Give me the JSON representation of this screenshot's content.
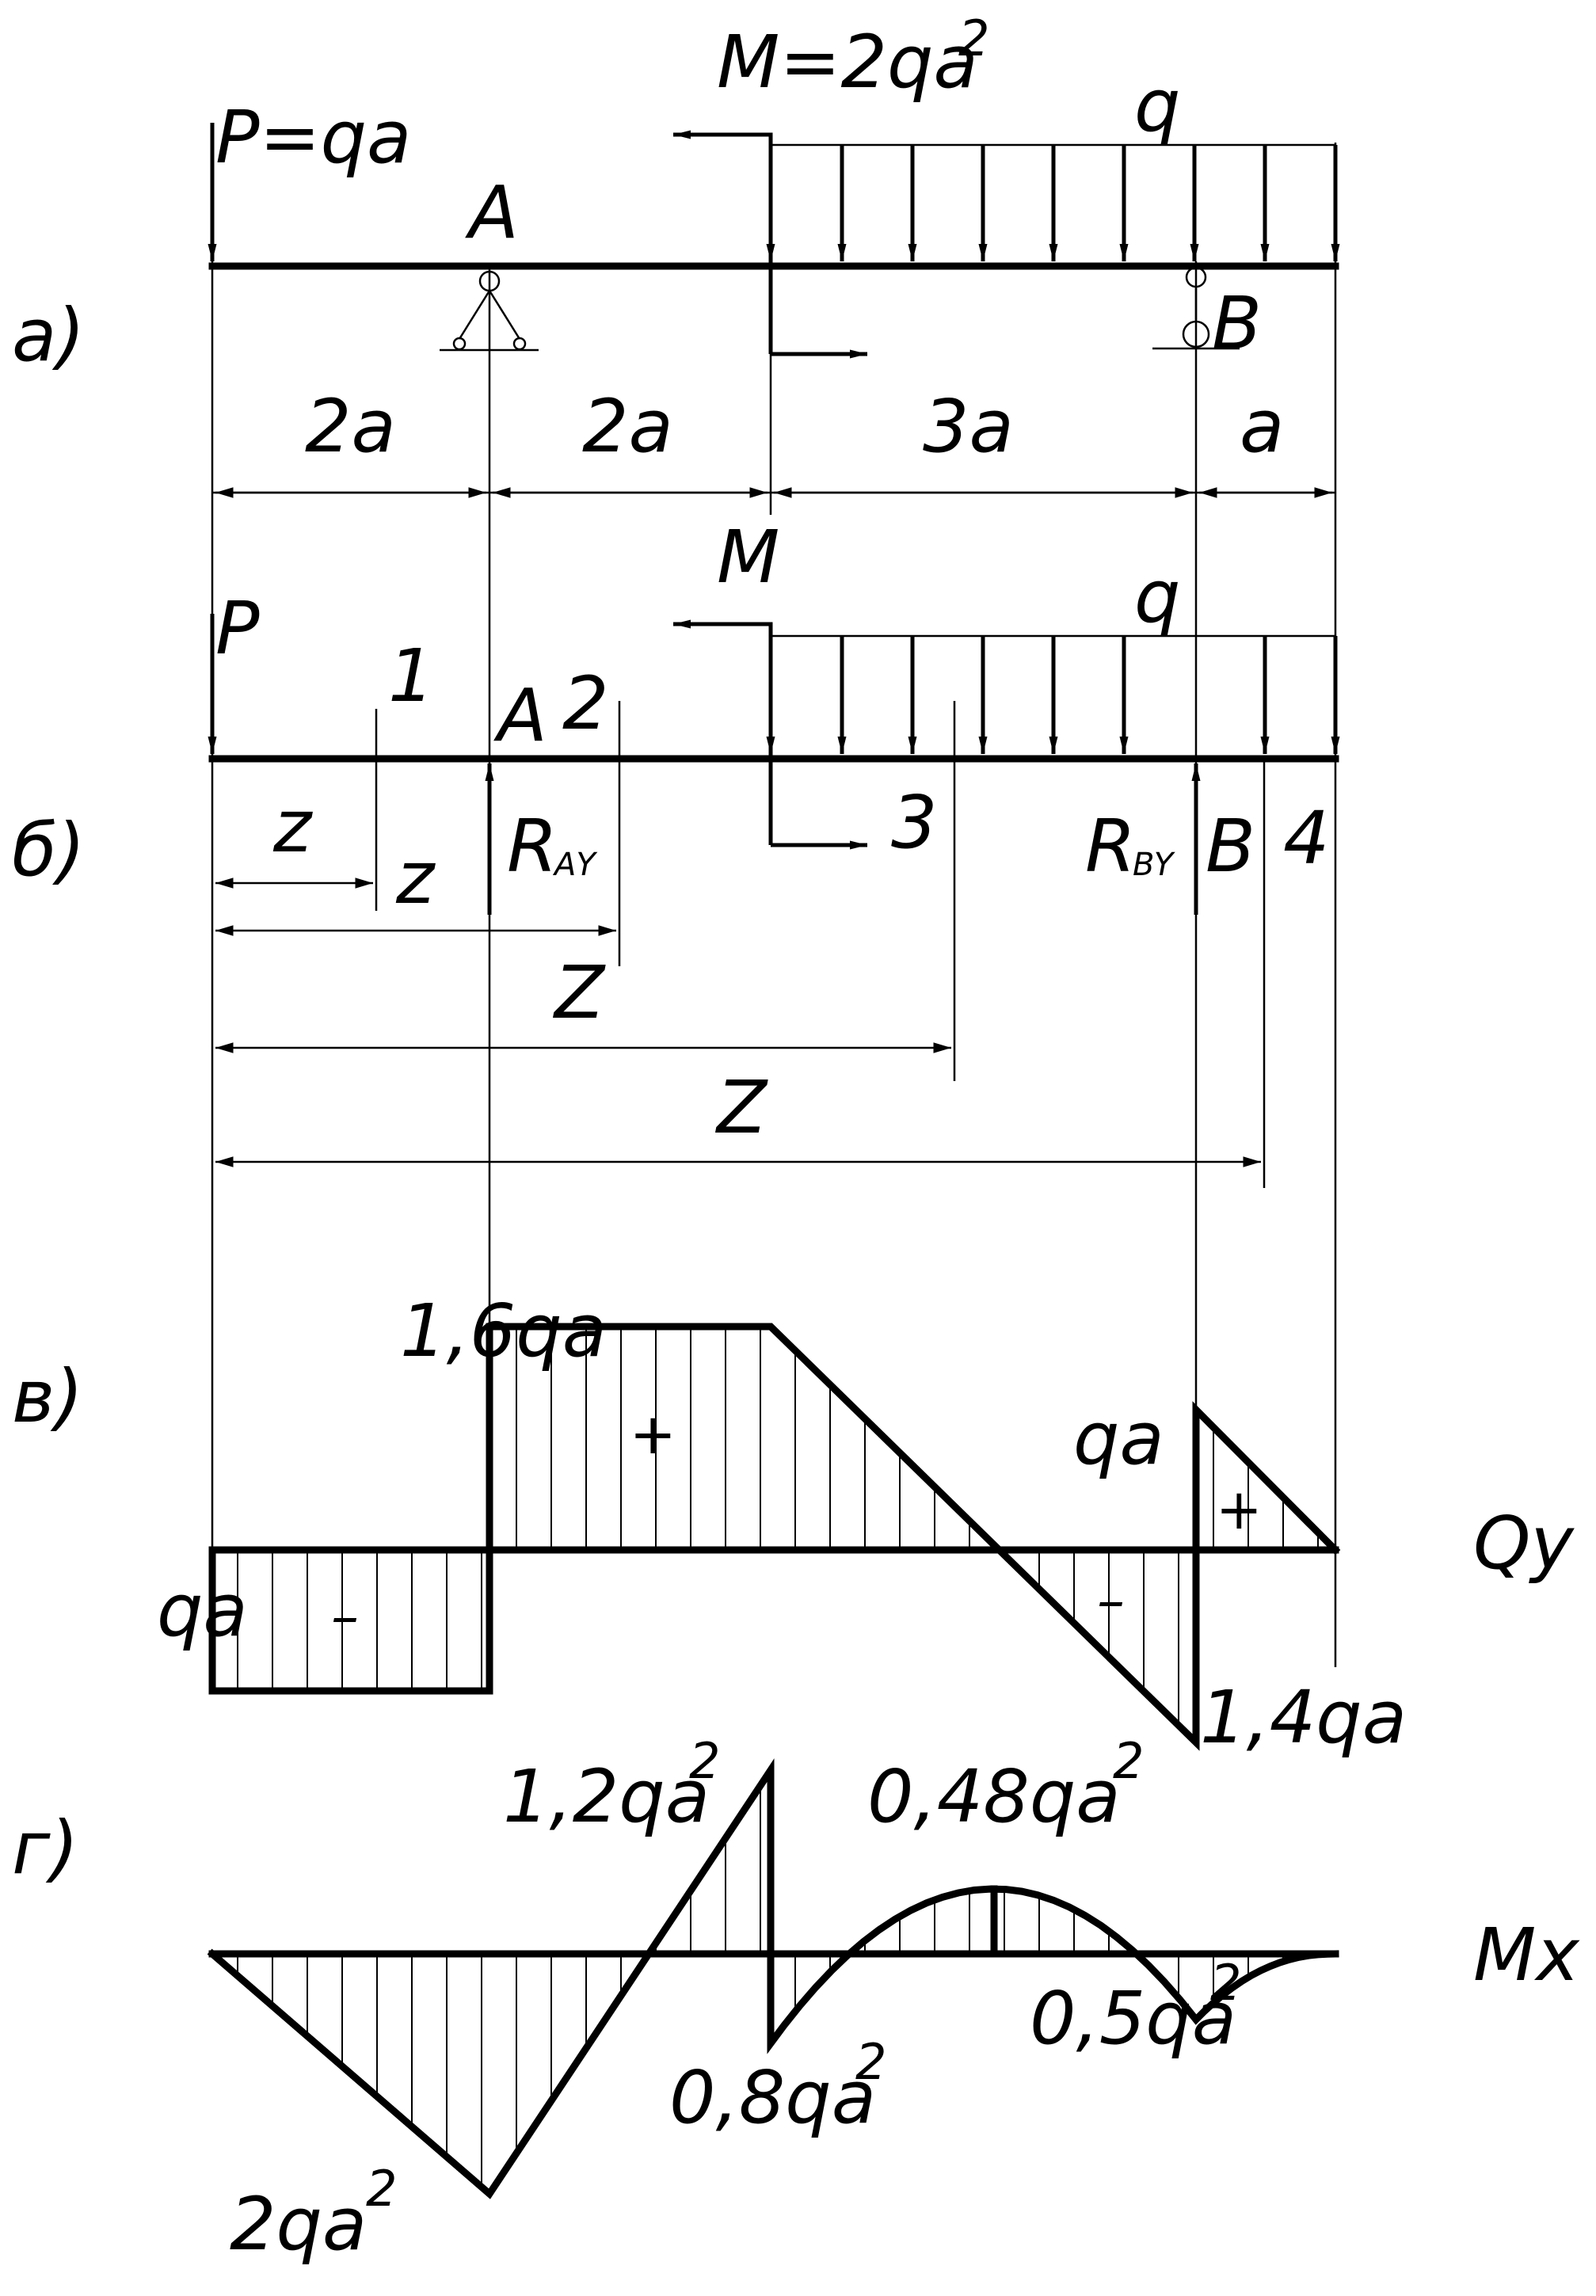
{
  "panels": {
    "a": "a)",
    "b": "б)",
    "v": "в)",
    "g": "г)"
  },
  "loads": {
    "P_full": "P=qa",
    "M_full": "M=2qa",
    "M_full_exp": "2",
    "q": "q",
    "P": "P",
    "M": "M"
  },
  "supports": {
    "A": "A",
    "B": "B",
    "R_A": "R",
    "R_A_sub": "AY",
    "R_B": "R",
    "R_B_sub": "BY"
  },
  "spans": [
    "2a",
    "2a",
    "3a",
    "a"
  ],
  "sections": [
    "1",
    "2",
    "3",
    "4"
  ],
  "z_label": "z",
  "Z_label": "Z",
  "shear": {
    "axis_label": "Qy",
    "v1": "1,6qa",
    "v2": "qa",
    "v3": "qa",
    "v4": "1,4qa",
    "plus": "+",
    "minus": "–"
  },
  "moment": {
    "axis_label": "Mx",
    "v1": "1,2qa",
    "v2": "0,48qa",
    "v3": "0,8qa",
    "v4": "0,5qa",
    "v5": "2qa",
    "exp": "2"
  }
}
